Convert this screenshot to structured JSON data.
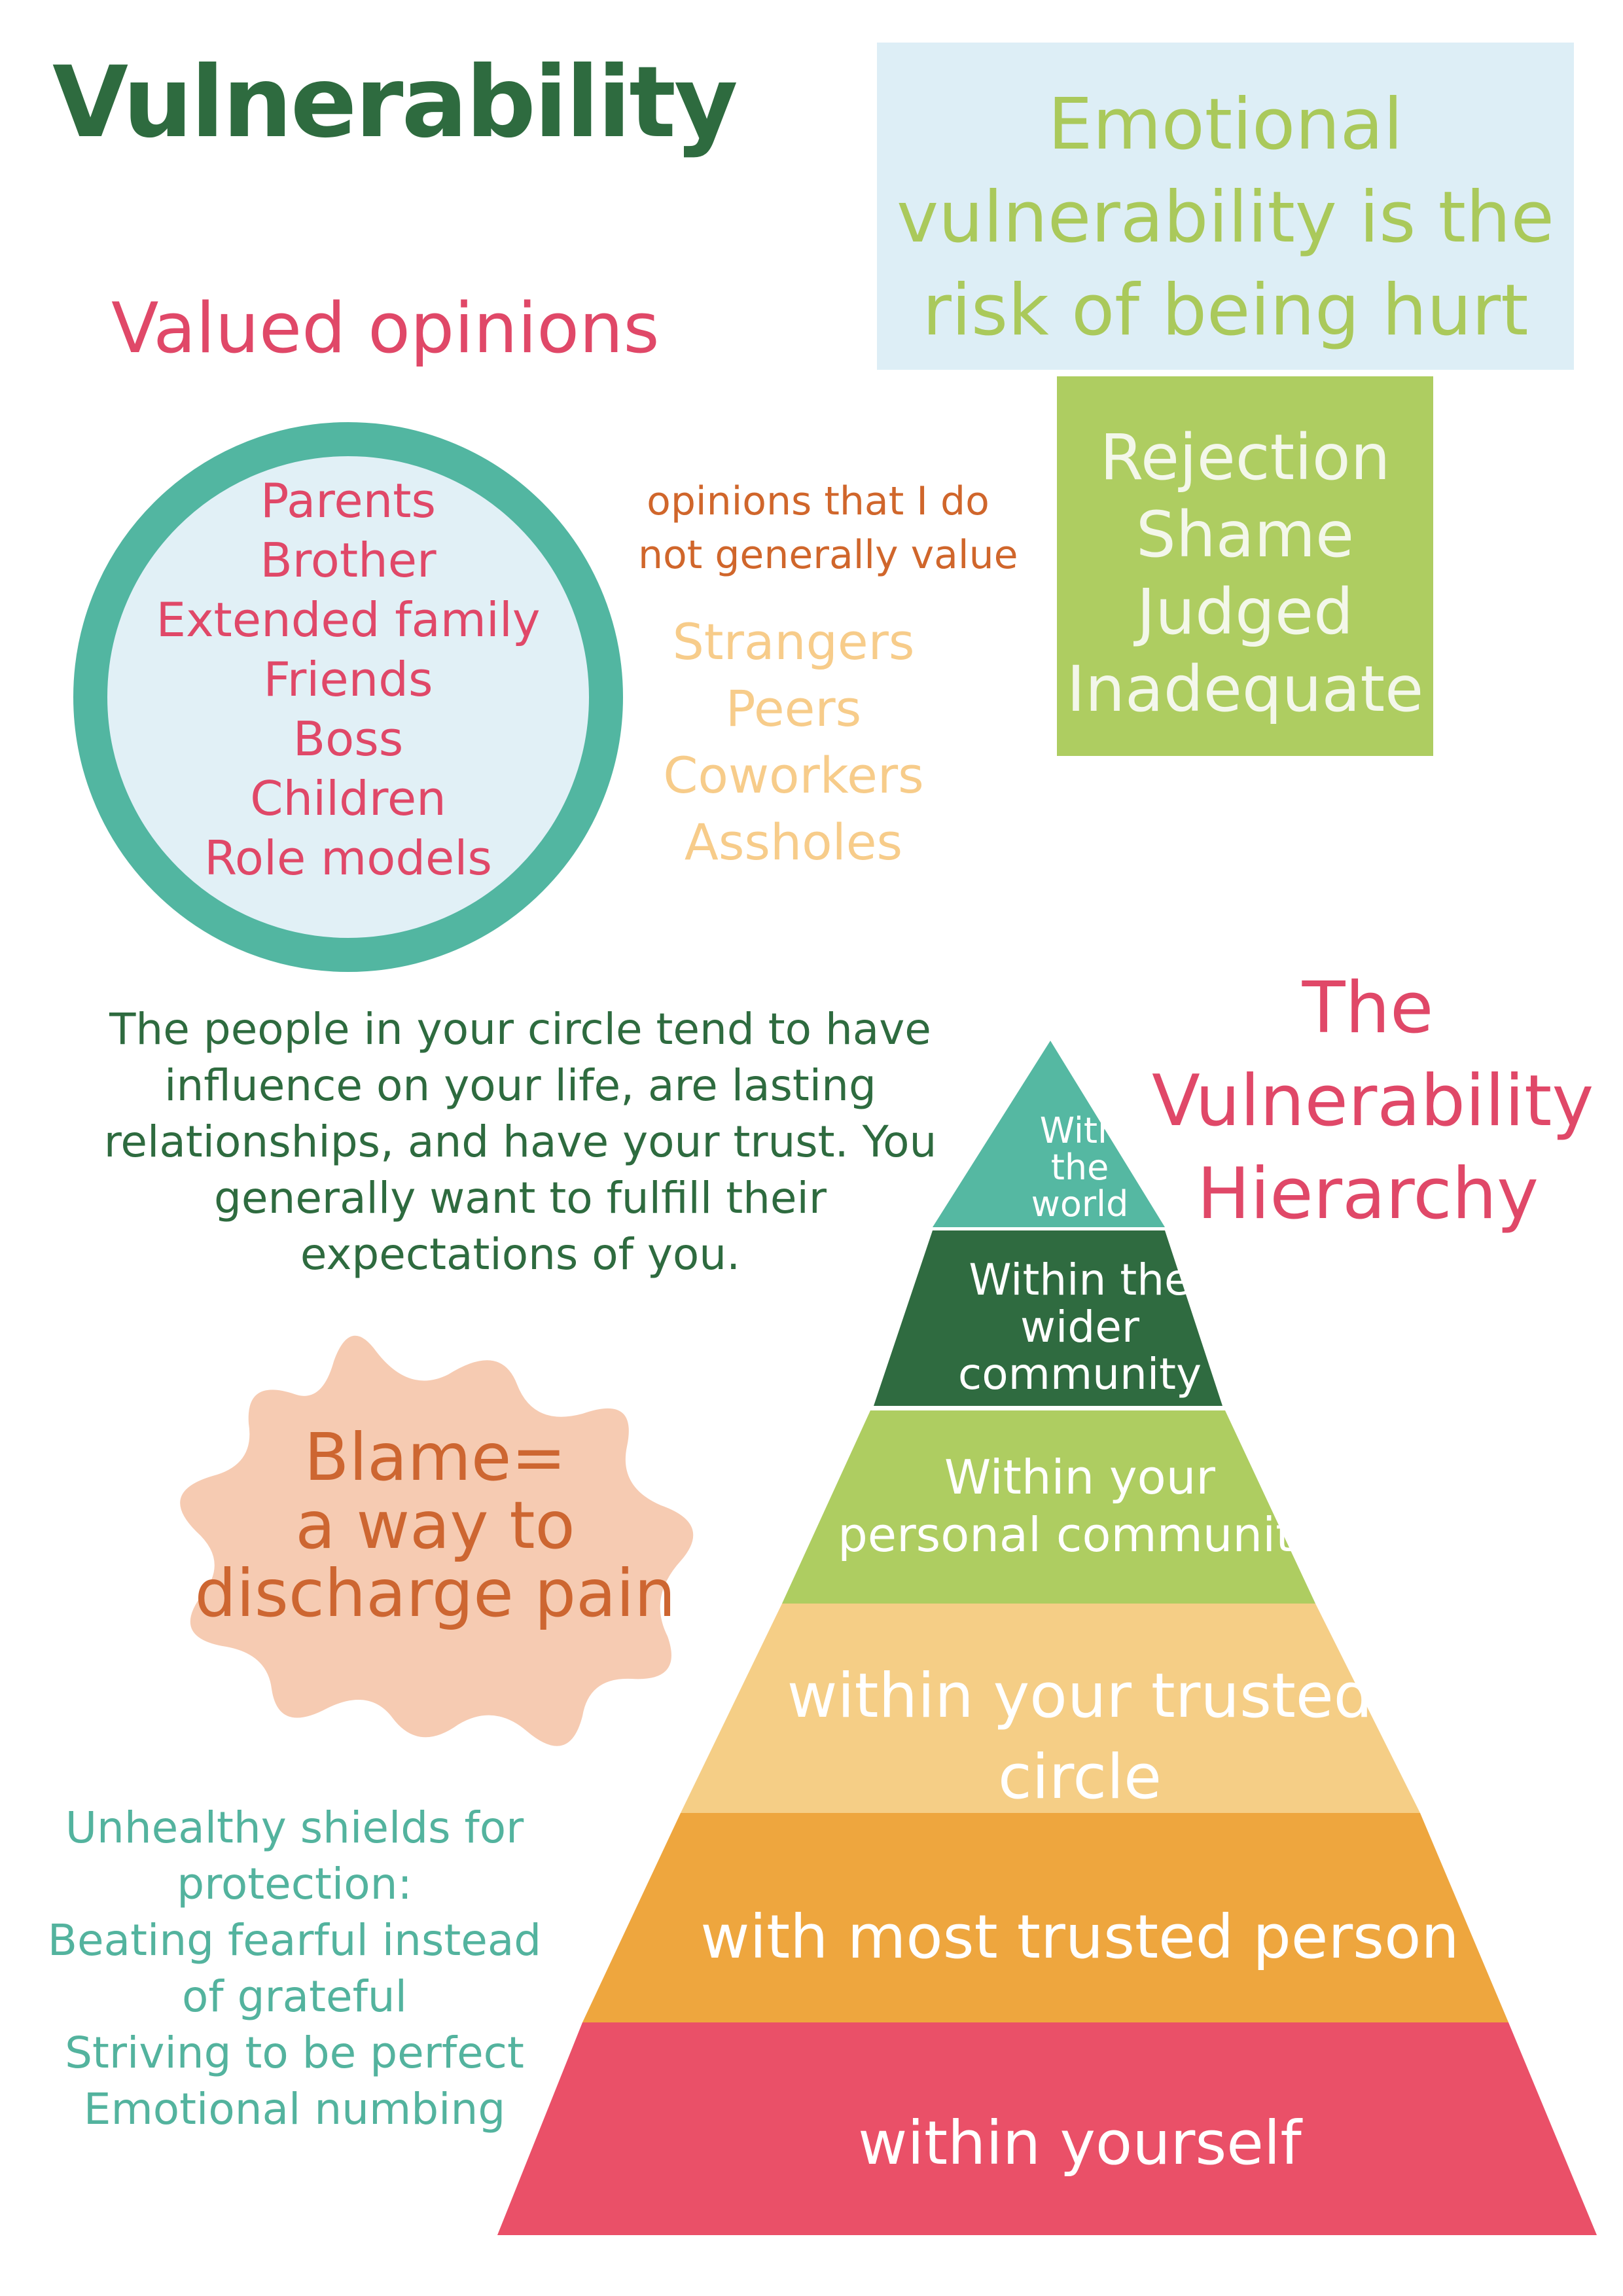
{
  "title": "Vulnerability",
  "definition": {
    "lines": [
      "Emotional",
      "vulnerability is the",
      "risk of being hurt"
    ]
  },
  "feelings": [
    "Rejection",
    "Shame",
    "Judged",
    "Inadequate"
  ],
  "valued_opinions": {
    "title": "Valued opinions",
    "people": [
      "Parents",
      "Brother",
      "Extended family",
      "Friends",
      "Boss",
      "Children",
      "Role models"
    ]
  },
  "non_valued_opinions": {
    "title_lines": [
      "opinions that I do",
      "not generally value"
    ],
    "people": [
      "Strangers",
      "Peers",
      "Coworkers",
      "Assholes"
    ]
  },
  "circle_description": {
    "lines": [
      "The people in your circle tend to have",
      "influence on your life, are lasting",
      "relationships, and have your trust. You",
      "generally want to fulfill their",
      "expectations of you."
    ]
  },
  "blame": {
    "lines": [
      "Blame=",
      "a way to",
      "discharge pain"
    ]
  },
  "shields": {
    "lines": [
      "Unhealthy shields for",
      "protection:",
      "Beating fearful instead",
      "of grateful",
      "Striving to be perfect",
      "Emotional numbing"
    ]
  },
  "hierarchy": {
    "title_lines": [
      "The",
      "Vulnerability",
      "Hierarchy"
    ],
    "tiers": [
      {
        "lines": [
          "within yourself"
        ],
        "color": "#ea5068"
      },
      {
        "lines": [
          "with most trusted person"
        ],
        "color": "#eea63e"
      },
      {
        "lines": [
          "within your trusted",
          "circle"
        ],
        "color": "#f5ce86"
      },
      {
        "lines": [
          "Within your",
          "personal community"
        ],
        "color": "#aecd61"
      },
      {
        "lines": [
          "Within the",
          "wider",
          "community"
        ],
        "color": "#2f6b40"
      },
      {
        "lines": [
          "With",
          "the",
          "world"
        ],
        "color": "#55b8a2"
      }
    ]
  },
  "colors": {
    "title_green": "#2e6b3f",
    "accent_pink": "#e04868",
    "teal": "#52b6a1",
    "light_blue": "#ddeef6",
    "lime": "#aecd61",
    "orange_text": "#cd6631",
    "peach": "#f6cbb2",
    "pale_orange": "#f7cc8a"
  }
}
